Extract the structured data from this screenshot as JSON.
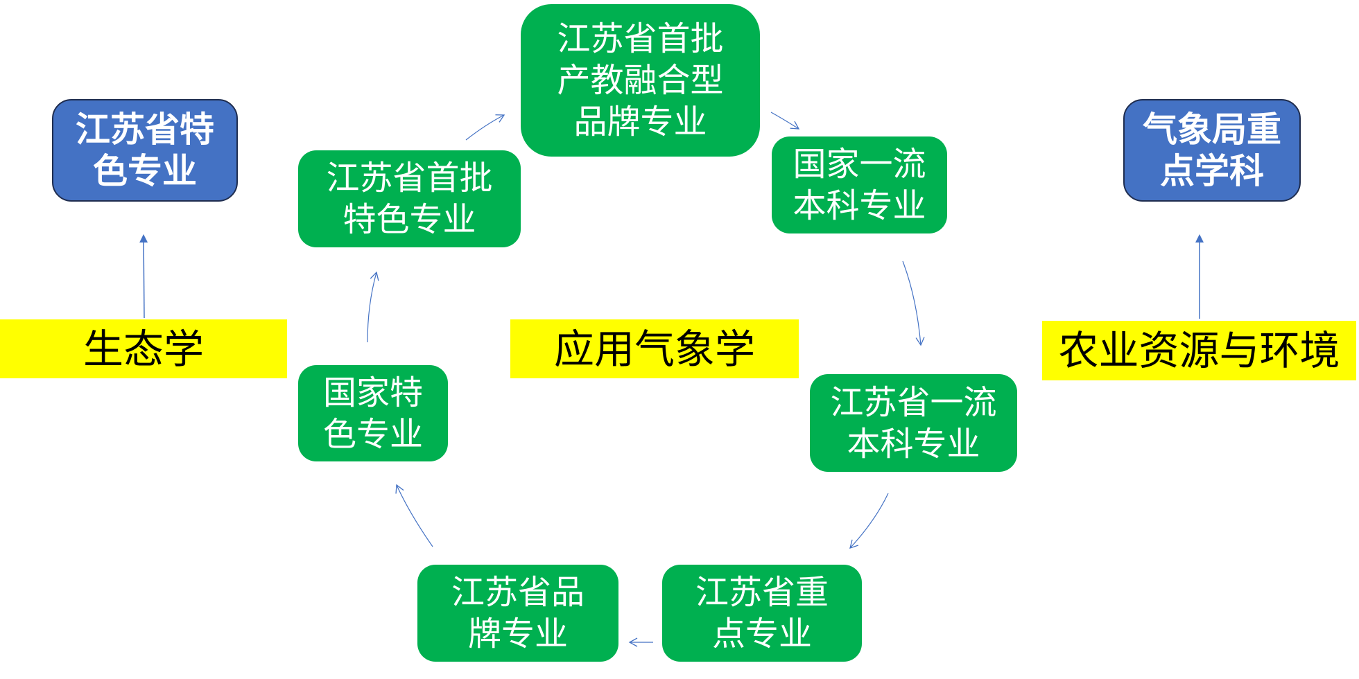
{
  "diagram": {
    "center_major": {
      "label": "应用气象学"
    },
    "left_major": {
      "label": "生态学"
    },
    "right_major": {
      "label": "农业资源与环境"
    },
    "left_honor": {
      "label": "江苏省特\n色专业"
    },
    "right_honor": {
      "label": "气象局重\n点学科"
    },
    "cycle": [
      {
        "id": "jiangsu-first-industry-education",
        "label": "江苏省首批\n产教融合型\n品牌专业"
      },
      {
        "id": "national-first-class",
        "label": "国家一流\n本科专业"
      },
      {
        "id": "jiangsu-first-class",
        "label": "江苏省一流\n本科专业"
      },
      {
        "id": "jiangsu-key",
        "label": "江苏省重\n点专业"
      },
      {
        "id": "jiangsu-brand",
        "label": "江苏省品\n牌专业"
      },
      {
        "id": "national-characteristic",
        "label": "国家特\n色专业"
      },
      {
        "id": "jiangsu-first-characteristic",
        "label": "江苏省首批\n特色专业"
      }
    ],
    "colors": {
      "cycle_fill": "#00B050",
      "honor_fill": "#4472C4",
      "major_fill": "#FFFF00",
      "arrow": "#4472C4"
    }
  }
}
